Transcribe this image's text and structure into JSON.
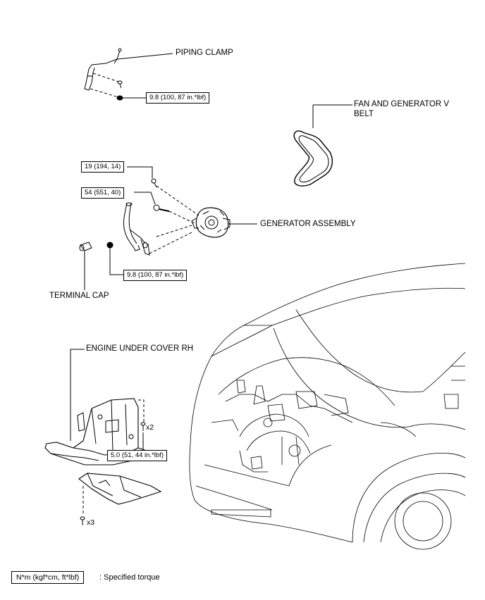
{
  "labels": {
    "piping_clamp": "PIPING CLAMP",
    "fan_belt_line1": "FAN AND GENERATOR V",
    "fan_belt_line2": "BELT",
    "generator_assembly": "GENERATOR ASSEMBLY",
    "terminal_cap": "TERMINAL CAP",
    "engine_under_cover": "ENGINE UNDER COVER RH"
  },
  "torques": {
    "piping_clamp_bolt": "9.8 (100, 87 in.*lbf)",
    "generator_upper_bolt": "19 (194, 14)",
    "generator_lower_bolt": "54 (551, 40)",
    "terminal_nut": "9.8 (100, 87 in.*lbf)",
    "under_cover_screw": "5.0 (51, 44 in.*lbf)"
  },
  "quantities": {
    "upper_screws": "x2",
    "lower_screws": "x3"
  },
  "legend": {
    "box": "N*m (kgf*cm, ft*lbf)",
    "text": ": Specified torque"
  }
}
